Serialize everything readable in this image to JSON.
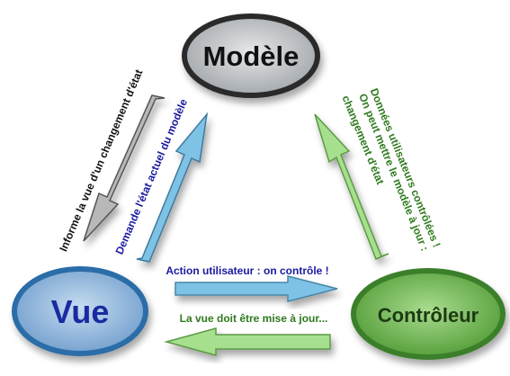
{
  "nodes": {
    "modele": {
      "label": "Modèle",
      "fill": "#b8bcbf",
      "stroke": "#2a2a2a",
      "text_color": "#111111"
    },
    "vue": {
      "label": "Vue",
      "fill": "#8fb4d9",
      "stroke": "#2b6da8",
      "text_color": "#1a2aa0"
    },
    "controleur": {
      "label": "Contrôleur",
      "fill": "#7fbf63",
      "stroke": "#3b7f2a",
      "text_color": "#1c3a12"
    }
  },
  "edges": {
    "vue_to_controleur": {
      "label": "Action utilisateur : on contrôle !",
      "color": "#1a1aa0",
      "arrow_fill": "#7ec3e6"
    },
    "controleur_to_vue": {
      "label": "La vue doit être mise à jour...",
      "color": "#2f7a1e",
      "arrow_fill": "#a6e08f"
    },
    "modele_to_vue": {
      "label": "Informe la vue d'un changement d'état",
      "color": "#111111",
      "arrow_fill": "#b8b8b8"
    },
    "vue_to_modele": {
      "label": "Demande l'état actuel du modèle",
      "color": "#1a1aa0",
      "arrow_fill": "#7ec3e6"
    },
    "controleur_to_modele": {
      "label_line1": "Données utilisateurs contrôlées !",
      "label_line2": "On peut mettre le modèle à jour :",
      "label_line3": "changement d'état",
      "color": "#2f7a1e",
      "arrow_fill": "#a6e08f"
    }
  }
}
